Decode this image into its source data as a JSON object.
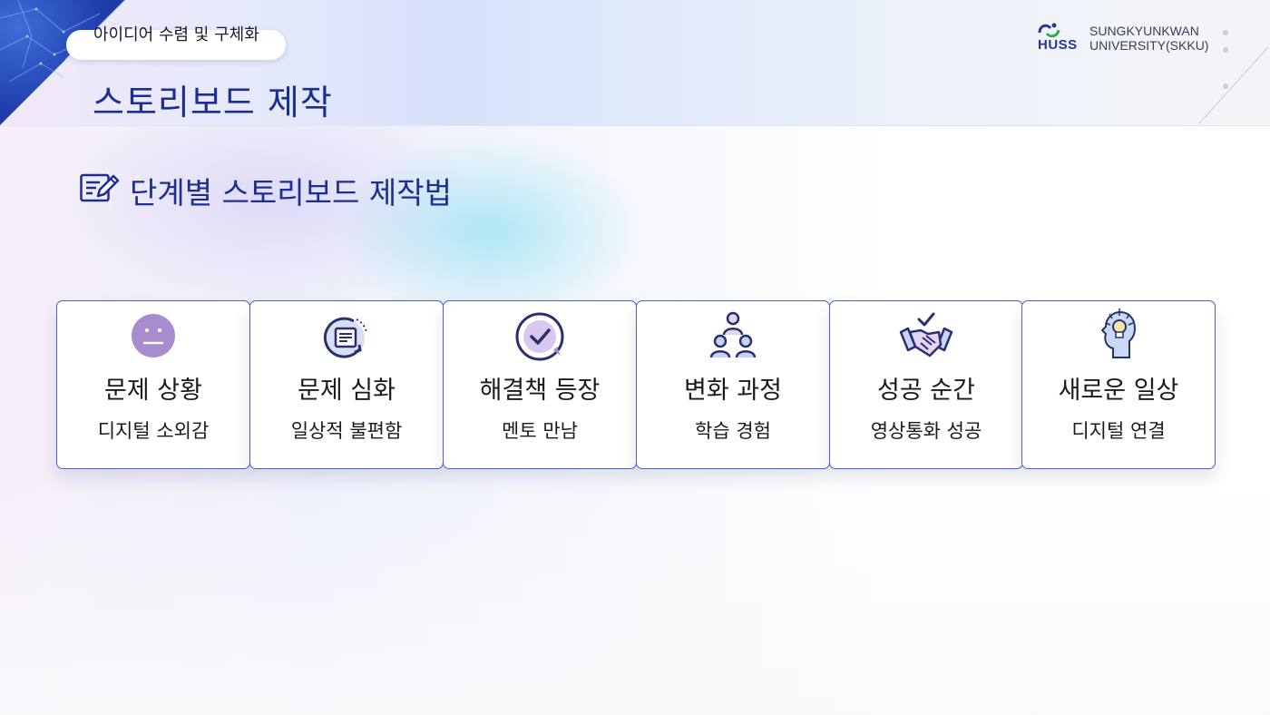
{
  "header": {
    "category_pill": "아이디어 수렴 및 구체화",
    "title": "스토리보드 제작"
  },
  "logo": {
    "mark_text": "HUSS",
    "university_line1": "SUNGKYUNKWAN",
    "university_line2": "UNIVERSITY(SKKU)"
  },
  "section": {
    "icon": "edit-note-icon",
    "title": "단계별 스토리보드 제작법"
  },
  "steps": [
    {
      "icon": "neutral-face-icon",
      "title": "문제 상황",
      "subtitle": "디지털 소외감"
    },
    {
      "icon": "document-cycle-icon",
      "title": "문제 심화",
      "subtitle": "일상적 불편함"
    },
    {
      "icon": "check-badge-icon",
      "title": "해결책 등장",
      "subtitle": "멘토 만남"
    },
    {
      "icon": "people-group-icon",
      "title": "변화 과정",
      "subtitle": "학습 경험"
    },
    {
      "icon": "handshake-check-icon",
      "title": "성공 순간",
      "subtitle": "영상통화 성공"
    },
    {
      "icon": "head-lightbulb-icon",
      "title": "새로운 일상",
      "subtitle": "디지털 연결"
    }
  ],
  "colors": {
    "accent": "#1c2e8f",
    "corner": "#1c3aa8",
    "card_border": "#4a5fc8",
    "icon_purple": "#a98bd0",
    "icon_outline": "#2a2f6e"
  }
}
